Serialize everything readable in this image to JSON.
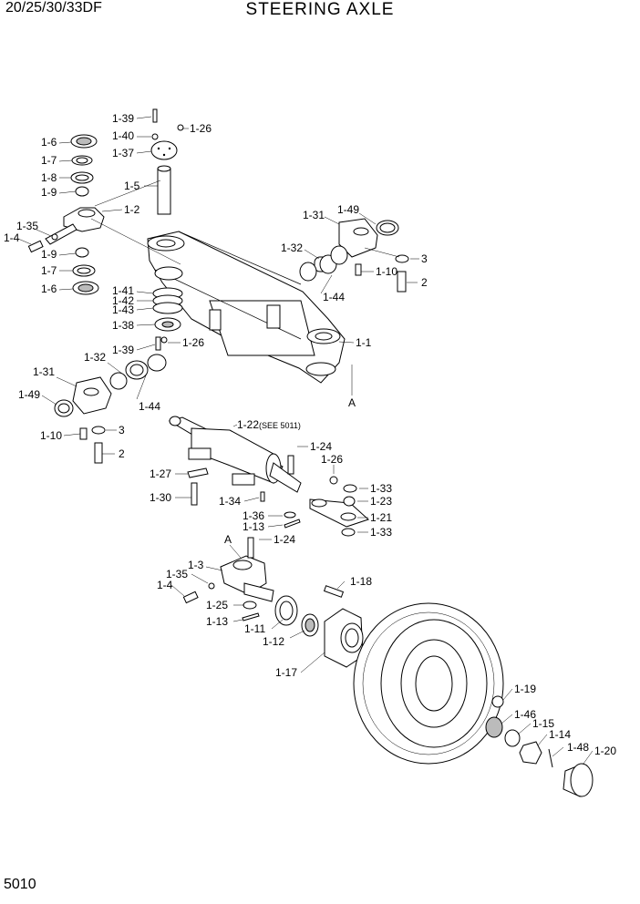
{
  "header": {
    "model": "20/25/30/33DF",
    "title": "STEERING AXLE"
  },
  "footer": {
    "page_number": "5010"
  },
  "callouts": {
    "c139a": "1-39",
    "c126a": "1-26",
    "c140": "1-40",
    "c137": "1-37",
    "c16a": "1-6",
    "c17a": "1-7",
    "c18": "1-8",
    "c19a": "1-9",
    "c12": "1-2",
    "c15": "1-5",
    "c135a": "1-35",
    "c14a": "1-4",
    "c19b": "1-9",
    "c17b": "1-7",
    "c16b": "1-6",
    "c141": "1-41",
    "c142": "1-42",
    "c143": "1-43",
    "c138": "1-38",
    "c139b": "1-39",
    "c126b": "1-26",
    "c132a": "1-32",
    "c131a": "1-31",
    "c149a": "1-49",
    "c144a": "1-44",
    "c110a": "1-10",
    "c3a": "3",
    "c2a": "2",
    "c131b": "1-31",
    "c149b": "1-49",
    "c132b": "1-32",
    "c144b": "1-44",
    "c110b": "1-10",
    "c3b": "3",
    "c2b": "2",
    "c11": "1-1",
    "cAa": "A",
    "c122": "1-22",
    "c122note": "(SEE 5011)",
    "c124a": "1-24",
    "c126c": "1-26",
    "c127": "1-27",
    "c130": "1-30",
    "c134": "1-34",
    "c133a": "1-33",
    "c123": "1-23",
    "c136": "1-36",
    "c113a": "1-13",
    "c121": "1-21",
    "c133b": "1-33",
    "cAb": "A",
    "c124b": "1-24",
    "c13": "1-3",
    "c135b": "1-35",
    "c14b": "1-4",
    "c125": "1-25",
    "c113b": "1-13",
    "c111": "1-11",
    "c112": "1-12",
    "c118": "1-18",
    "c117": "1-17",
    "c119": "1-19",
    "c146": "1-46",
    "c115": "1-15",
    "c114": "1-14",
    "c148": "1-48",
    "c120": "1-20"
  }
}
